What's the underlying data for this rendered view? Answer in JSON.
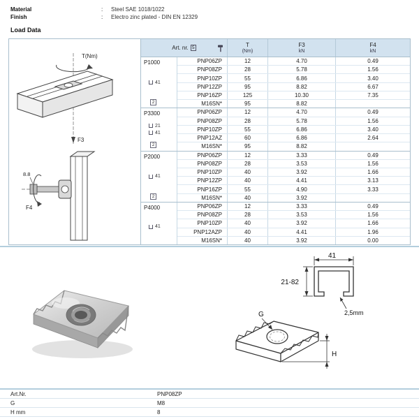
{
  "separator": ":",
  "specs": [
    {
      "label": "Material",
      "value": "Steel SAE 1018/1022"
    },
    {
      "label": "Finish",
      "value": "Electro zinc plated - DIN EN 12329"
    }
  ],
  "section_title": "Load Data",
  "assembly_diagram": {
    "torque_label": "T(Nm)",
    "f3_label": "F3",
    "f4_label": "F4",
    "bolt_grade": "8.8"
  },
  "load_table": {
    "header": {
      "art": "Art. nr.",
      "art_badge": "5",
      "hammer_icon": "hammer-icon",
      "t": "T",
      "t_unit": "(Nm)",
      "f3": "F3",
      "f3_unit": "kN",
      "f4": "F4",
      "f4_unit": "kN"
    },
    "groups": [
      {
        "name": "P1000",
        "dims": [
          "41"
        ],
        "badge": "2",
        "rows": [
          [
            "PNP06ZP",
            "12",
            "4.70",
            "0.49"
          ],
          [
            "PNP08ZP",
            "28",
            "5.78",
            "1.56"
          ],
          [
            "PNP10ZP",
            "55",
            "6.86",
            "3.40"
          ],
          [
            "PNP12ZP",
            "95",
            "8.82",
            "6.67"
          ],
          [
            "PNP16ZP",
            "125",
            "10.30",
            "7.35"
          ],
          [
            "M16SN*",
            "95",
            "8.82",
            ""
          ]
        ]
      },
      {
        "name": "P3300",
        "dims": [
          "21",
          "41"
        ],
        "badge": "2",
        "rows": [
          [
            "PNP06ZP",
            "12",
            "4.70",
            "0.49"
          ],
          [
            "PNP08ZP",
            "28",
            "5.78",
            "1.56"
          ],
          [
            "PNP10ZP",
            "55",
            "6.86",
            "3.40"
          ],
          [
            "PNP12AZ",
            "60",
            "6.86",
            "2.64"
          ],
          [
            "M16SN*",
            "95",
            "8.82",
            ""
          ]
        ]
      },
      {
        "name": "P2000",
        "dims": [
          "41"
        ],
        "badge": "2",
        "rows": [
          [
            "PNP06ZP",
            "12",
            "3.33",
            "0.49"
          ],
          [
            "PNP08ZP",
            "28",
            "3.53",
            "1.56"
          ],
          [
            "PNP10ZP",
            "40",
            "3.92",
            "1.66"
          ],
          [
            "PNP12ZP",
            "40",
            "4.41",
            "3.13"
          ],
          [
            "PNP16ZP",
            "55",
            "4.90",
            "3.33"
          ],
          [
            "M16SN*",
            "40",
            "3.92",
            ""
          ]
        ]
      },
      {
        "name": "P4000",
        "dims": [
          "41"
        ],
        "badge": "",
        "rows": [
          [
            "PNP06ZP",
            "12",
            "3.33",
            "0.49"
          ],
          [
            "PNP08ZP",
            "28",
            "3.53",
            "1.56"
          ],
          [
            "PNP10ZP",
            "40",
            "3.92",
            "1.66"
          ],
          [
            "PNP12AZP",
            "40",
            "4.41",
            "1.96"
          ],
          [
            "M16SN*",
            "40",
            "3.92",
            "0.00"
          ]
        ]
      }
    ]
  },
  "dimension_drawing": {
    "width": "41",
    "height_range": "21-82",
    "thickness": "2,5mm",
    "thread": "G",
    "nut_height": "H"
  },
  "info_table": {
    "rows": [
      {
        "label": "Art.Nr.",
        "value": "PNP08ZP"
      },
      {
        "label": "G",
        "value": "M8"
      },
      {
        "label": "H mm",
        "value": "8"
      }
    ]
  }
}
